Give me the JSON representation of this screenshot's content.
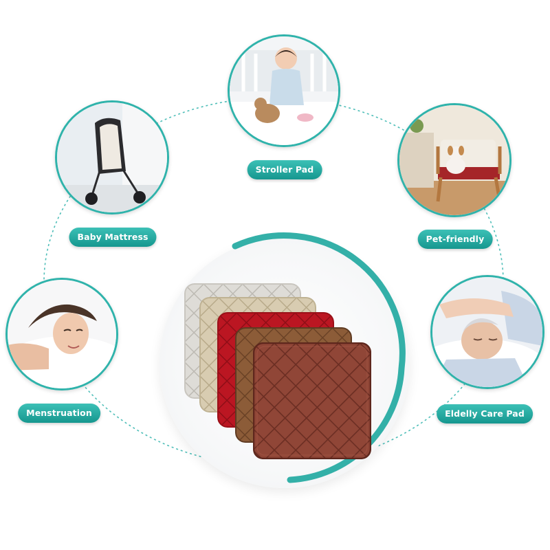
{
  "labels": {
    "stroller_pad": "Stroller Pad",
    "baby_mattress": "Baby Mattress",
    "pet_friendly": "Pet-friendly",
    "menstruation": "Menstruation",
    "elderly_care_pad": "Eldelly Care Pad"
  },
  "colors": {
    "accent": "#1ea79e",
    "pad_silver": "#d9d7d2",
    "pad_beige": "#d6c9ad",
    "pad_red": "#b8141f",
    "pad_brown": "#8a5a36",
    "pad_mahogany": "#8e4436"
  },
  "icons": {
    "stroller_pad": "baby-with-teddy-image",
    "baby_mattress": "stroller-image",
    "pet_friendly": "dog-on-chair-image",
    "menstruation": "woman-on-pillow-image",
    "elderly_care_pad": "sleeping-elderly-image"
  }
}
